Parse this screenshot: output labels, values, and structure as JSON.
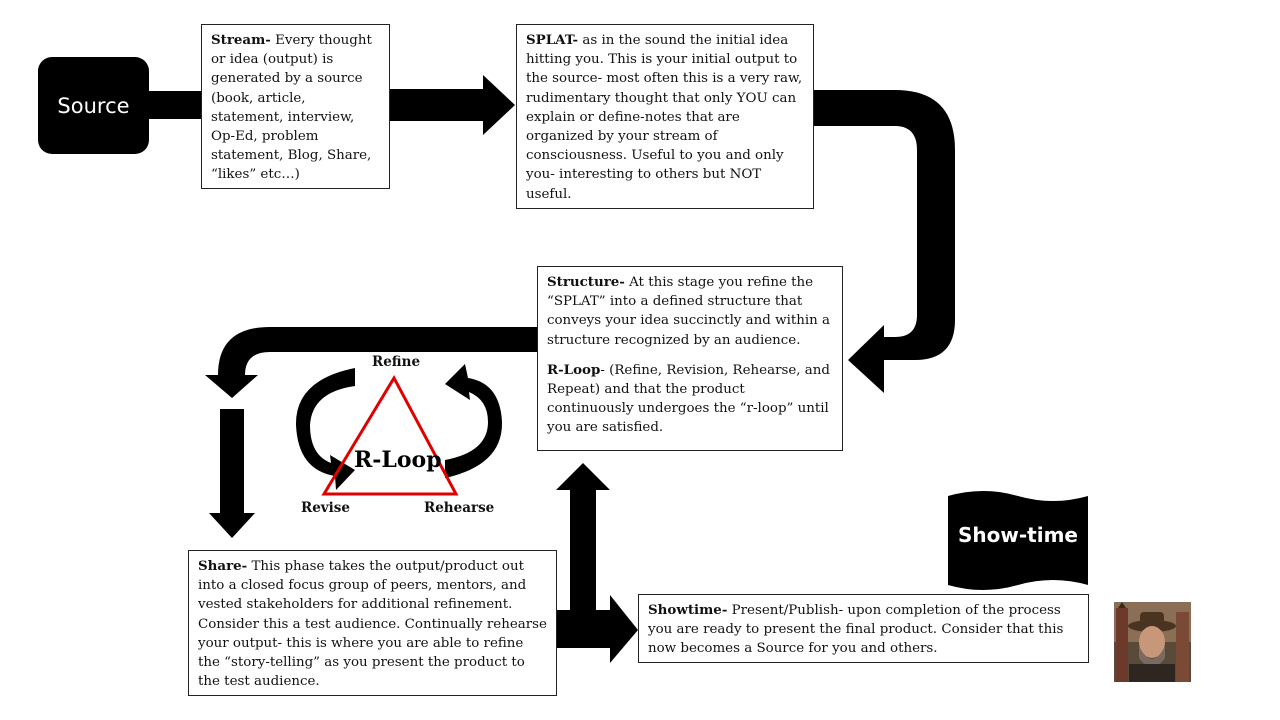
{
  "source": {
    "label": "Source"
  },
  "stream": {
    "title": "Stream-",
    "text": " Every thought or idea (output) is generated by a source (book, article, statement, interview, Op-Ed, problem statement, Blog, Share, “likes” etc…)"
  },
  "splat": {
    "title": "SPLAT-",
    "text": " as in the sound the initial idea hitting you. This is your initial output to the source- most often this is a very raw, rudimentary thought that only YOU can explain or define-notes that are organized by your stream of consciousness. Useful to you and only you- interesting to others but NOT useful."
  },
  "structure": {
    "title": "Structure-",
    "text": " At this stage you refine the “SPLAT” into a defined structure that conveys your idea succinctly and within a structure recognized by an audience.",
    "rloop_title": "R-Loop",
    "rloop_text": "- (Refine, Revision, Rehearse, and Repeat) and that the product continuously undergoes the “r-loop” until you are satisfied."
  },
  "rloop": {
    "center_label": "R-Loop",
    "refine": "Refine",
    "revise": "Revise",
    "rehearse": "Rehearse",
    "triangle_color": "#e00000"
  },
  "share": {
    "title": "Share-",
    "text": " This phase takes the output/product out into a closed focus group of peers, mentors, and vested stakeholders for additional refinement. Consider this a test audience.   Continually rehearse your output- this is where you are able to refine the “story-telling” as you present the product to the test audience."
  },
  "showtime": {
    "title": "Showtime-",
    "text": " Present/Publish- upon completion of the process you are ready to present the final product.  Consider that this now becomes a Source for you and others.",
    "banner": "Show-time"
  }
}
